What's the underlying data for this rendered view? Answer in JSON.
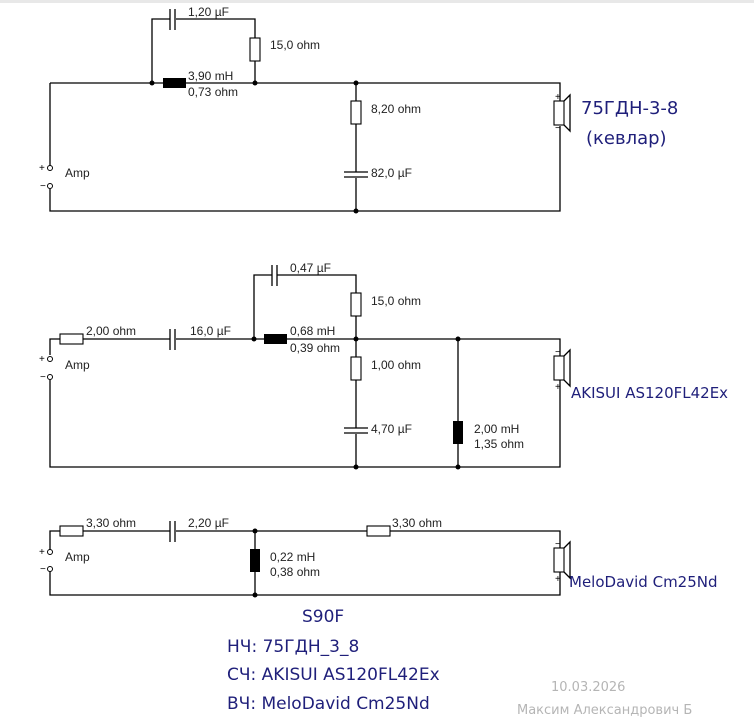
{
  "document": {
    "title": "S90F",
    "drivers": [
      {
        "prefix": "НЧ:",
        "name": "75ГДН_3_8"
      },
      {
        "prefix": "СЧ:",
        "name": "AKISUI AS120FL42Ex"
      },
      {
        "prefix": "ВЧ:",
        "name": "MeloDavid Cm25Nd"
      }
    ],
    "date": "10.03.2026",
    "author": "Максим Александрович Б",
    "colors": {
      "speaker_label": "#1f1f7a",
      "footer": "#b5b5b5",
      "wire": "#000000"
    }
  },
  "circuits": {
    "woofer": {
      "source_label": "Amp",
      "plus": "+",
      "minus": "−",
      "c_parallel": "1,20 µF",
      "r_parallel": "15,0 ohm",
      "l_series_value": "3,90 mH",
      "l_series_dcr": "0,73 ohm",
      "r_zobel": "8,20 ohm",
      "c_zobel": "82,0 µF",
      "speaker_line1": "75ГДН-3-8",
      "speaker_line2": "(кевлар)"
    },
    "midrange": {
      "source_label": "Amp",
      "plus": "+",
      "minus": "−",
      "r_series": "2,00 ohm",
      "c_series": "16,0 µF",
      "c_parallel": "0,47 µF",
      "r_parallel": "15,0 ohm",
      "l_series_value": "0,68 mH",
      "l_series_dcr": "0,39 ohm",
      "r_zobel": "1,00 ohm",
      "c_zobel": "4,70 µF",
      "l_shunt_value": "2,00 mH",
      "l_shunt_dcr": "1,35 ohm",
      "speaker": "AKISUI AS120FL42Ex"
    },
    "tweeter": {
      "source_label": "Amp",
      "plus": "+",
      "minus": "−",
      "r_series": "3,30 ohm",
      "c_series": "2,20 µF",
      "l_shunt_value": "0,22 mH",
      "l_shunt_dcr": "0,38 ohm",
      "r_series_2": "3,30 ohm",
      "speaker": "MeloDavid Cm25Nd"
    }
  }
}
